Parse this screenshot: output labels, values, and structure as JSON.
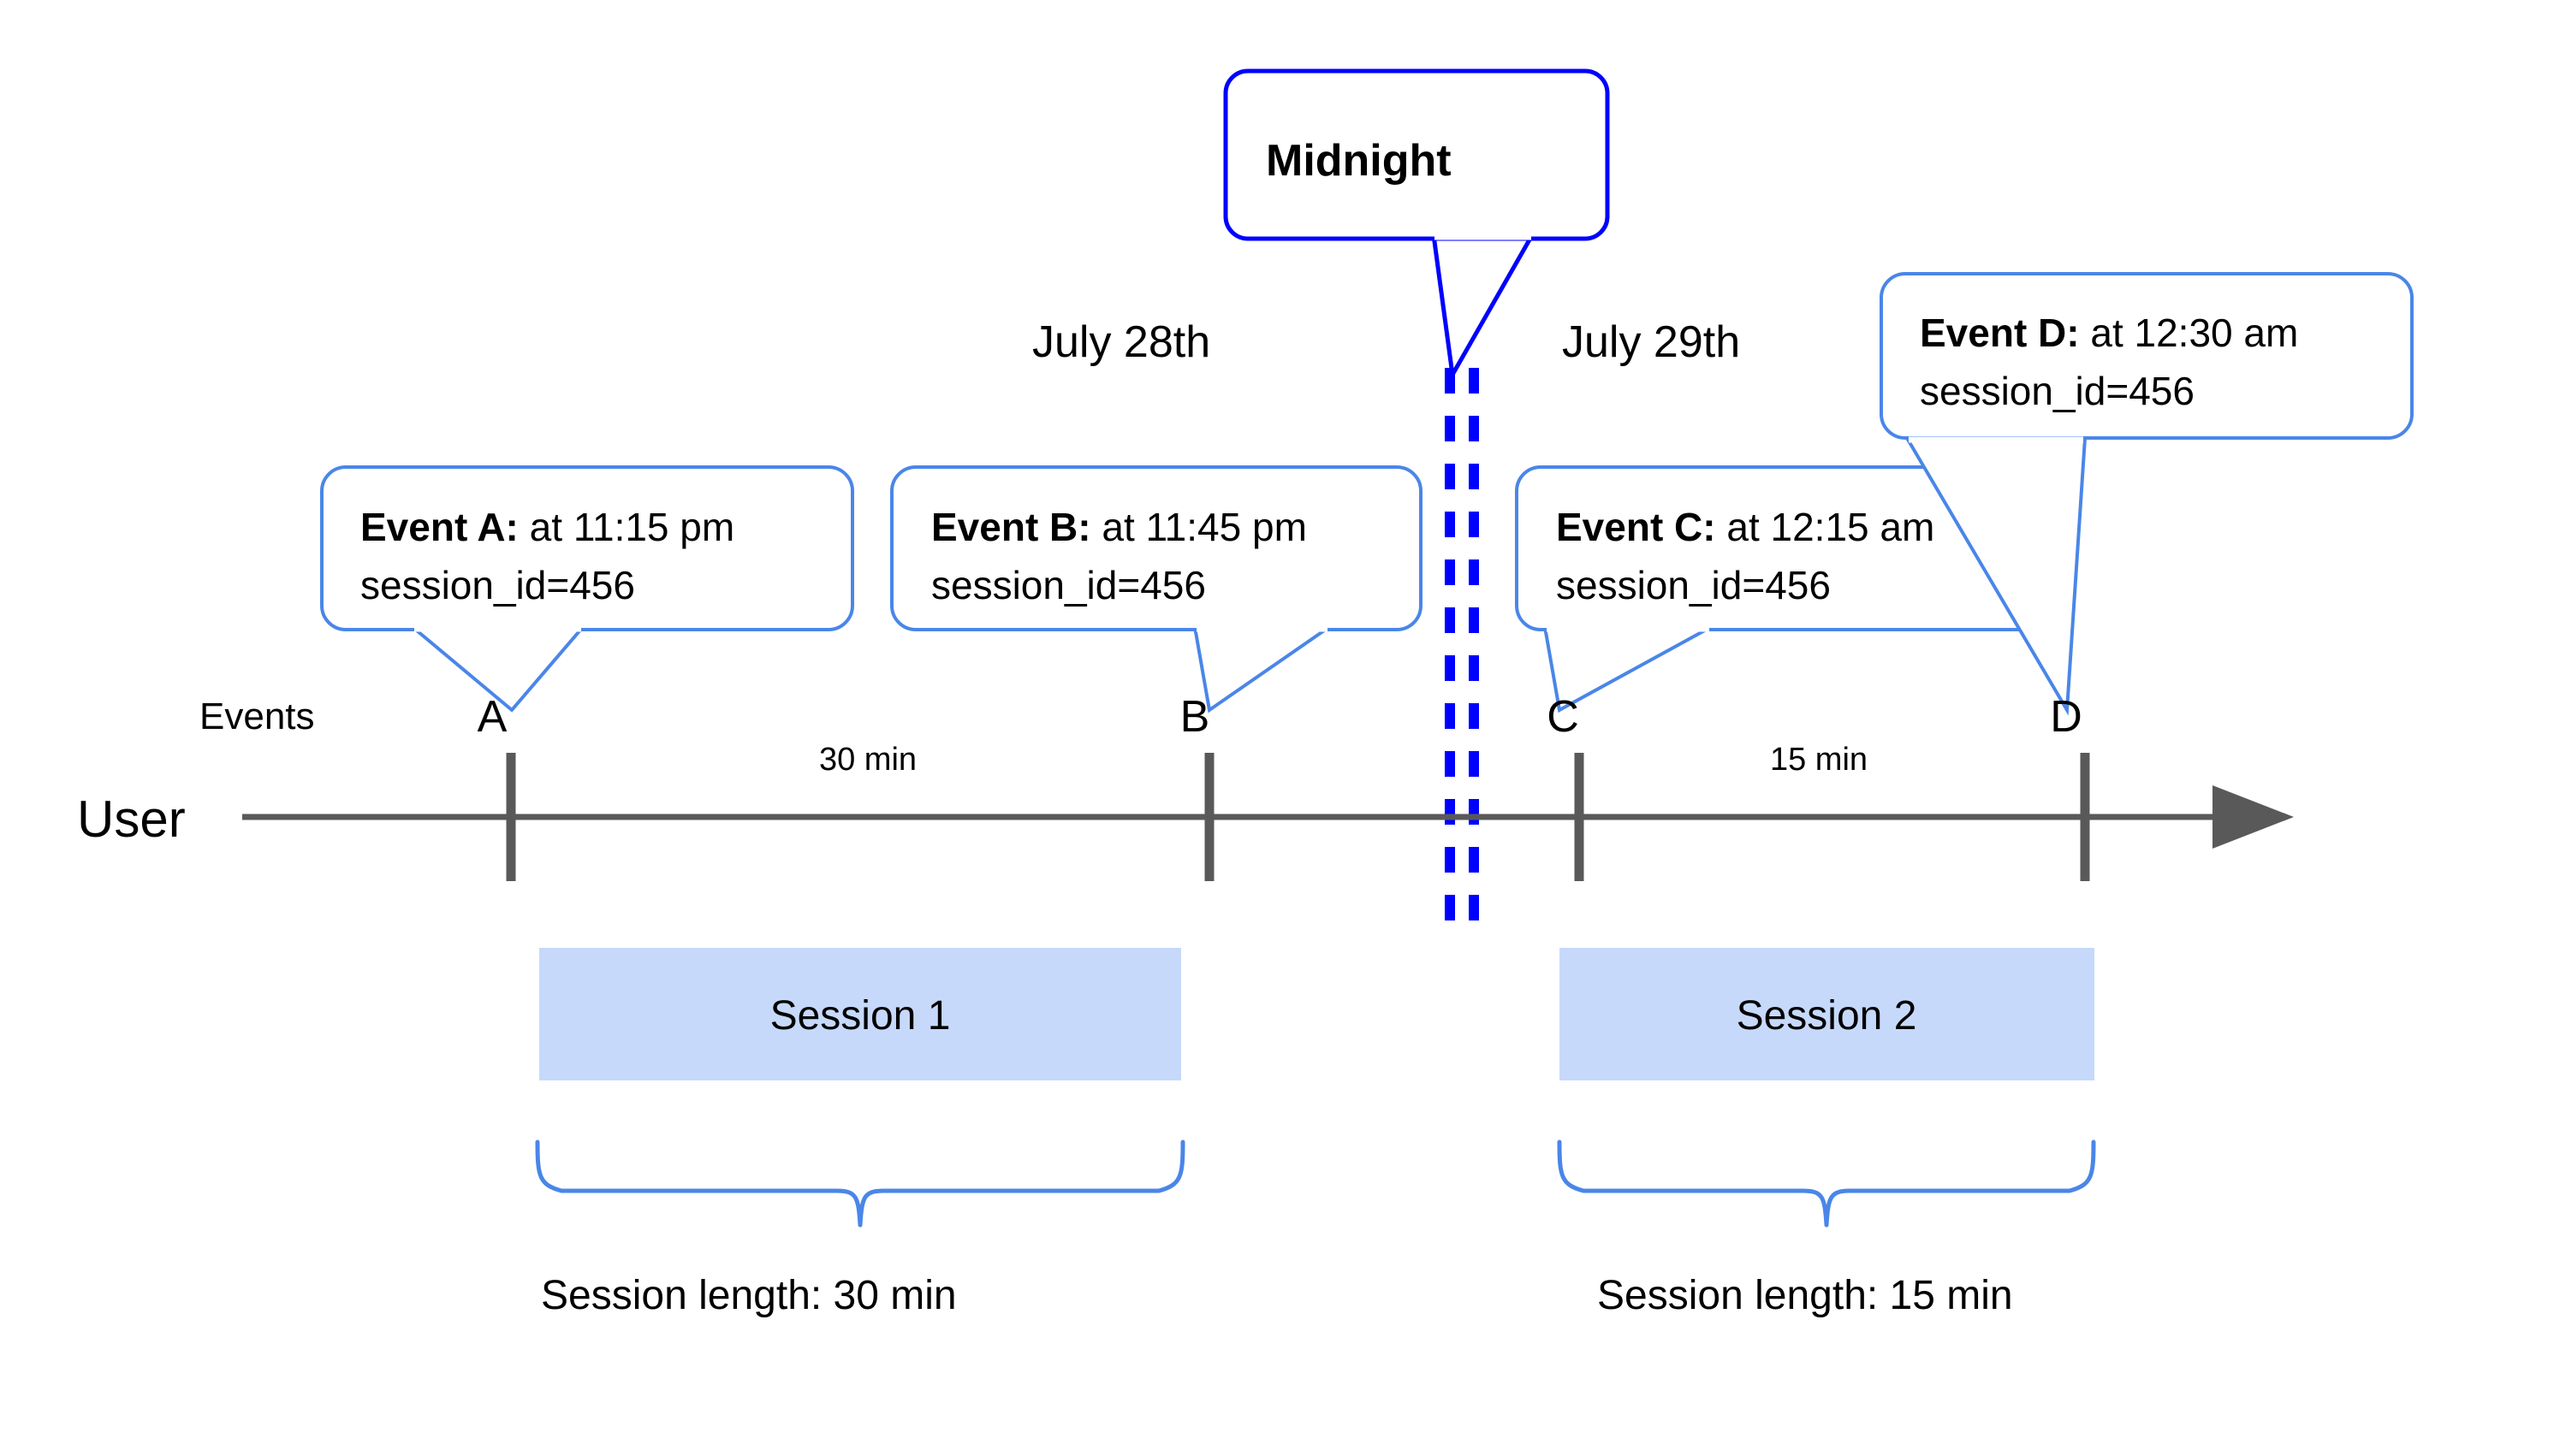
{
  "diagram": {
    "title_labels": {
      "row_user": "User",
      "row_events": "Events"
    },
    "midnight_callout": {
      "label": "Midnight"
    },
    "dates": [
      {
        "label": "July 28th"
      },
      {
        "label": "July 29th"
      }
    ],
    "event_callouts": [
      {
        "id": "A",
        "bold": "Event A:",
        "rest": " at 11:15 pm",
        "line2": "session_id=456"
      },
      {
        "id": "B",
        "bold": "Event B:",
        "rest": " at 11:45 pm",
        "line2": "session_id=456"
      },
      {
        "id": "C",
        "bold": "Event C:",
        "rest": " at 12:15 am",
        "line2": "session_id=456"
      },
      {
        "id": "D",
        "bold": "Event D:",
        "rest": " at 12:30 am",
        "line2": "session_id=456"
      }
    ],
    "event_markers": [
      {
        "label": "A"
      },
      {
        "label": "B"
      },
      {
        "label": "C"
      },
      {
        "label": "D"
      }
    ],
    "durations": [
      {
        "label": "30 min"
      },
      {
        "label": "15 min"
      }
    ],
    "sessions": [
      {
        "name": "Session 1",
        "length_label": "Session length: 30 min"
      },
      {
        "name": "Session 2",
        "length_label": "Session length: 15 min"
      }
    ],
    "colors": {
      "callout_border": "#4a86e8",
      "midnight_border": "#0000ff",
      "midnight_dash": "#0000ff",
      "axis": "#595959",
      "session_fill": "#c6d9fb",
      "text": "#000000",
      "background": "#ffffff"
    }
  }
}
